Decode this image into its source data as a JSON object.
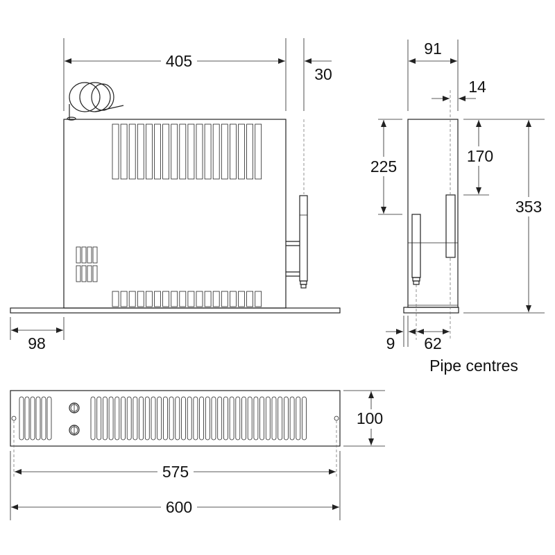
{
  "title": "Heater dimensions drawing",
  "side_view": {
    "width": "405",
    "pipe_offset": "30",
    "base_offset": "98"
  },
  "end_view": {
    "depth": "91",
    "pipe_from_back": "14",
    "lower_pipe_height": "225",
    "upper_pipe_height": "170",
    "height": "353",
    "base_lip": "9",
    "pipe_centres_distance": "62",
    "pipe_centres_label": "Pipe centres"
  },
  "front_view": {
    "height": "100",
    "fixing_centres": "575",
    "width": "600"
  },
  "colors": {
    "line": "#222222",
    "background": "#ffffff"
  }
}
